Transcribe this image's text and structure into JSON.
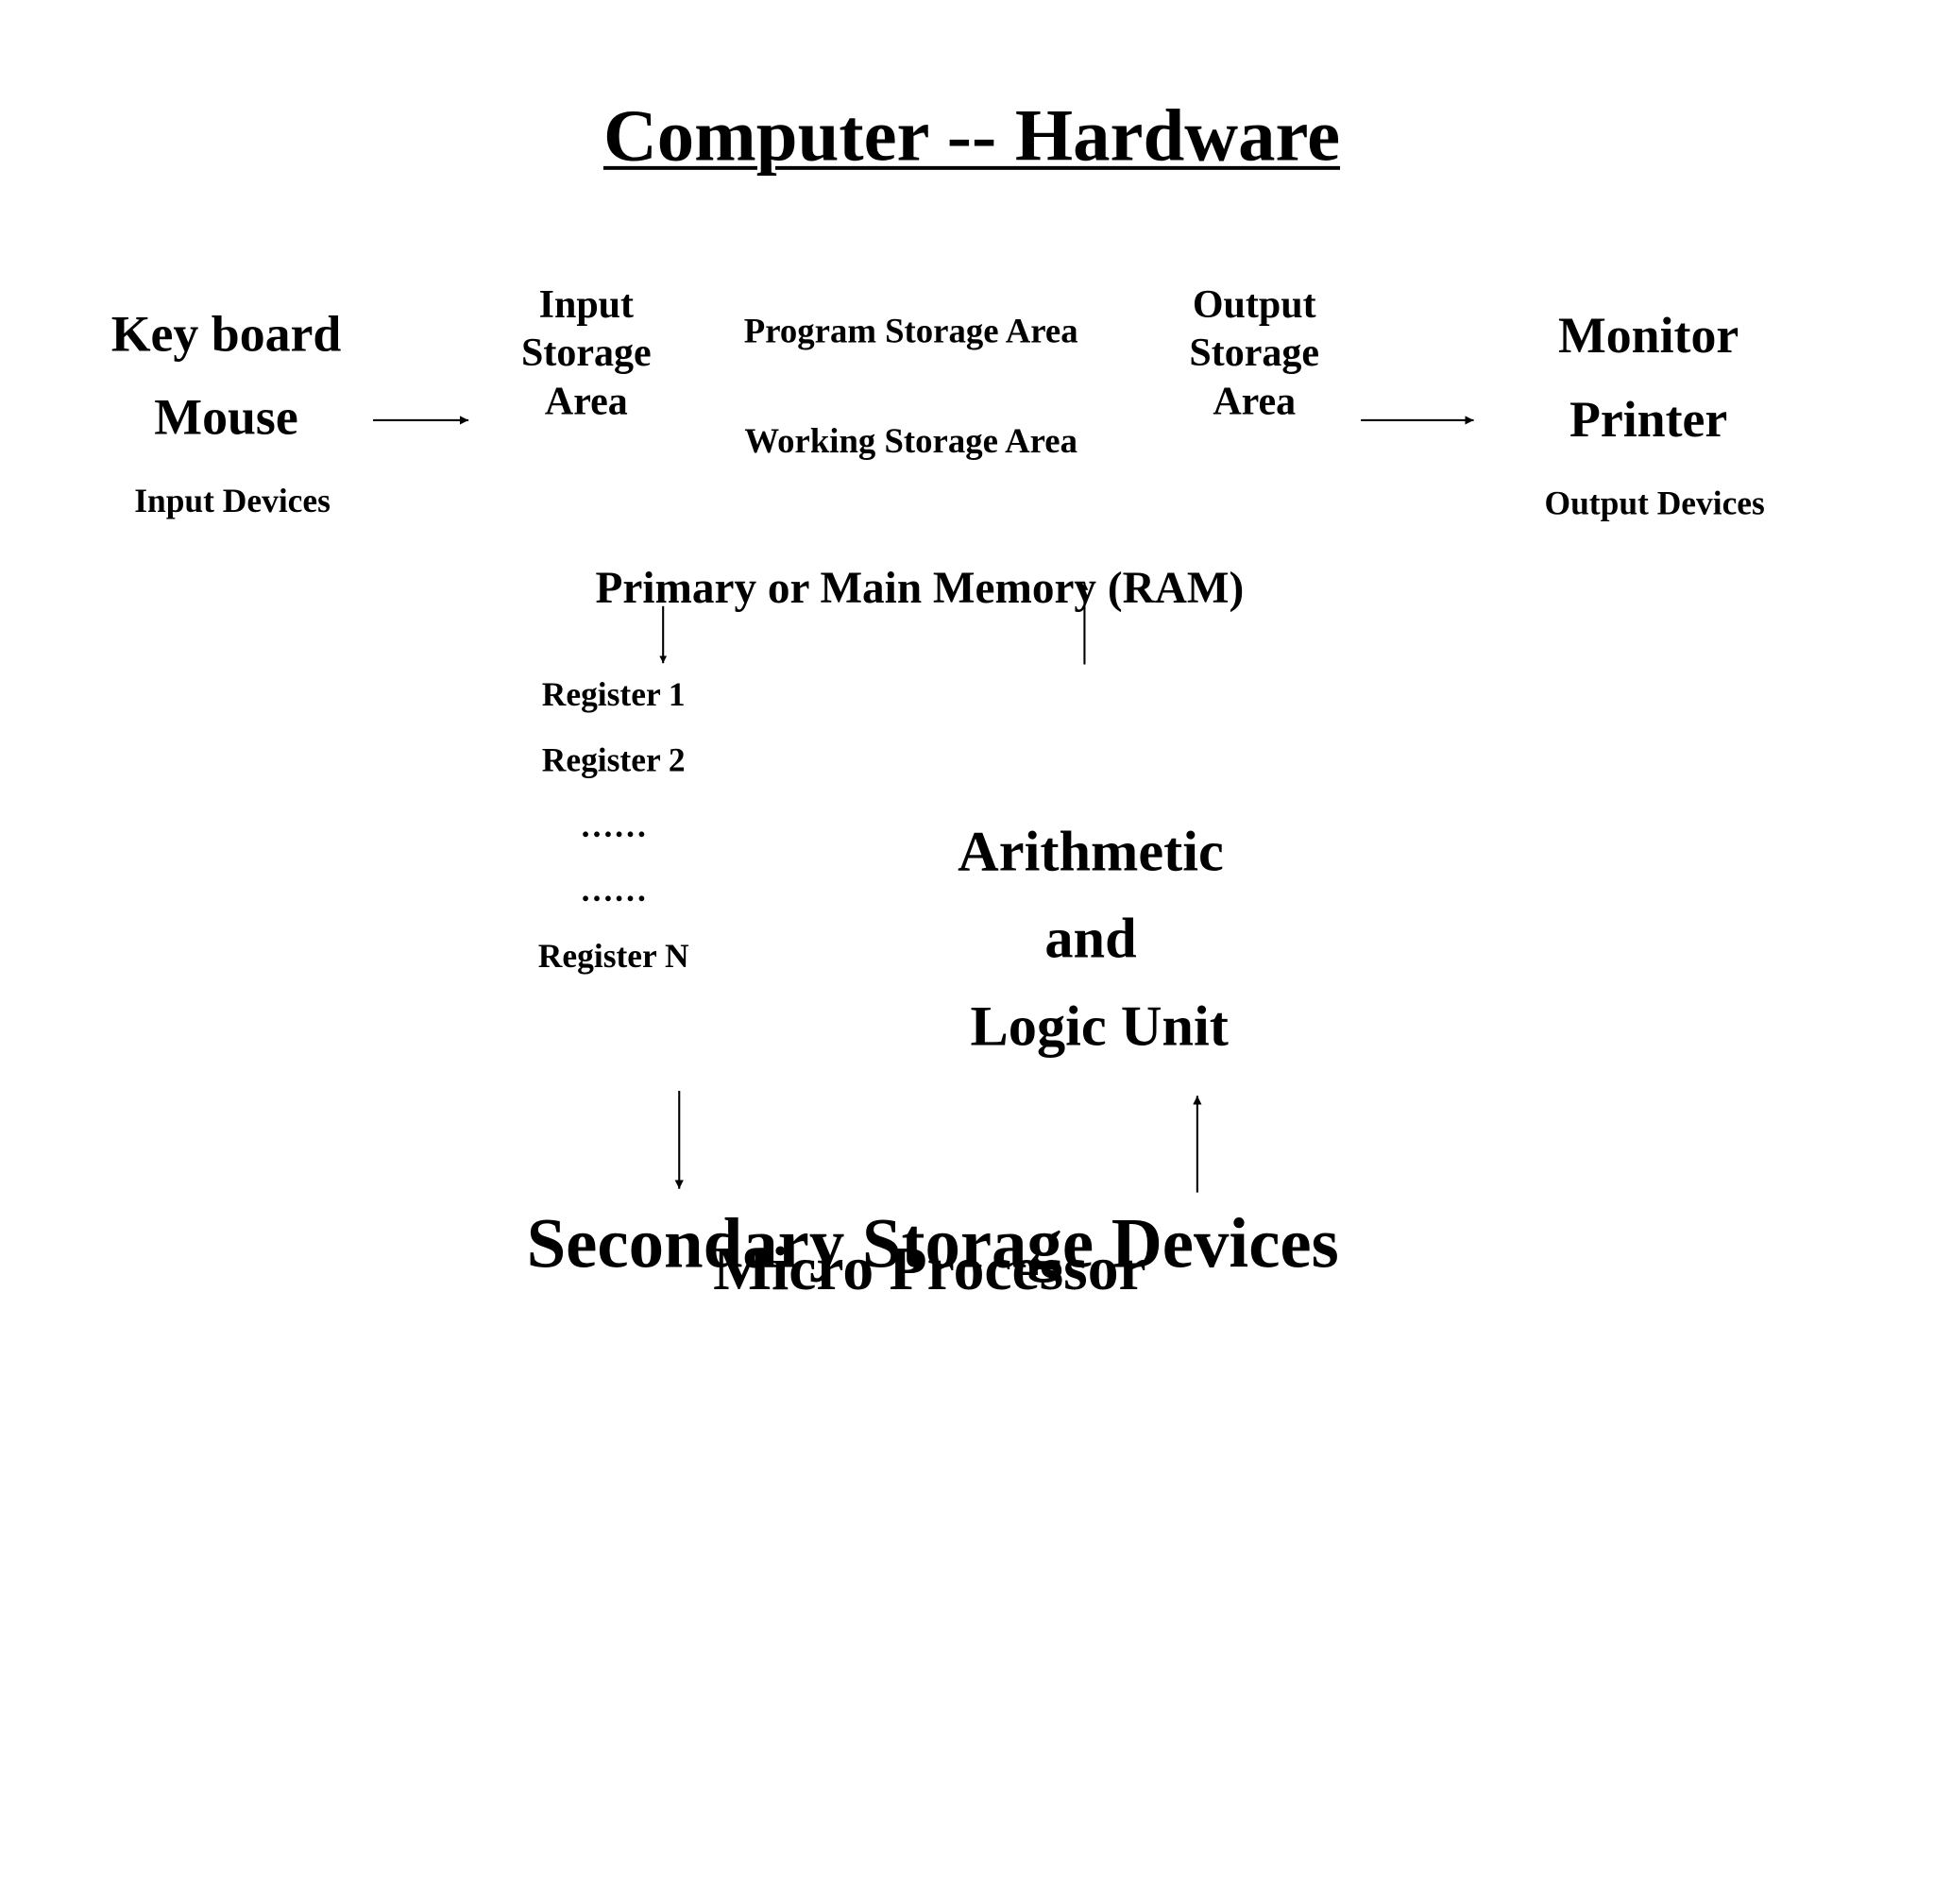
{
  "title": "Computer -- Hardware",
  "input_devices": {
    "items": [
      "Key board",
      "Mouse"
    ],
    "label": "Input Devices"
  },
  "input_storage": [
    "Input",
    "Storage",
    "Area"
  ],
  "program_storage": "Program Storage Area",
  "working_storage": "Working Storage Area",
  "output_storage": [
    "Output",
    "Storage",
    "Area"
  ],
  "output_devices": {
    "items": [
      "Monitor",
      "Printer"
    ],
    "label": "Output Devices"
  },
  "main_memory": "Primary or Main Memory (RAM)",
  "registers": [
    "Register 1",
    "Register 2",
    "……",
    "……",
    "Register N"
  ],
  "alu": [
    "Arithmetic",
    "and",
    "Logic Unit"
  ],
  "secondary_storage": "Secondary Storage Devices",
  "microprocessor": "Micro Processor"
}
